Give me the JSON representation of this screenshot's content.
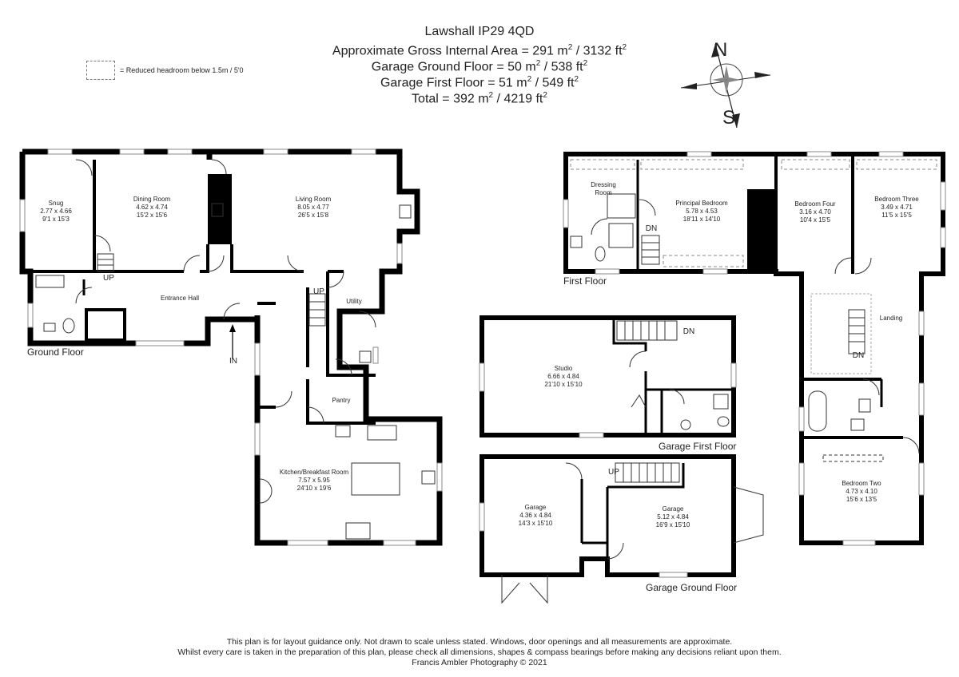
{
  "header": {
    "title": "Lawshall IP29 4QD",
    "gia": "Approximate Gross Internal Area = 291 m",
    "gia_imp": " / 3132 ft",
    "garage_ground": "Garage Ground Floor = 50 m",
    "garage_ground_imp": " / 538 ft",
    "garage_first": "Garage First Floor = 51 m",
    "garage_first_imp": " / 549 ft",
    "total": "Total = 392 m",
    "total_imp": " / 4219 ft",
    "sup": "2"
  },
  "legend": {
    "text": "= Reduced headroom below 1.5m / 5'0"
  },
  "compass": {
    "north": "N",
    "south": "S"
  },
  "floors": {
    "ground": "Ground Floor",
    "first": "First Floor",
    "garage_first": "Garage First Floor",
    "garage_ground": "Garage Ground Floor"
  },
  "markers": {
    "up": "UP",
    "dn": "DN",
    "in": "IN"
  },
  "rooms": {
    "snug": {
      "name": "Snug",
      "metric": "2.77 x 4.66",
      "imperial": "9'1 x 15'3"
    },
    "dining": {
      "name": "Dining Room",
      "metric": "4.62 x 4.74",
      "imperial": "15'2 x 15'6"
    },
    "living": {
      "name": "Living Room",
      "metric": "8.05 x 4.77",
      "imperial": "26'5 x 15'8"
    },
    "hall": {
      "name": "Entrance Hall"
    },
    "utility": {
      "name": "Utility"
    },
    "pantry": {
      "name": "Pantry"
    },
    "kitchen": {
      "name": "Kitchen/Breakfast Room",
      "metric": "7.57 x 5.95",
      "imperial": "24'10 x 19'6"
    },
    "dressing": {
      "name": "Dressing",
      "name2": "Room"
    },
    "principal": {
      "name": "Principal Bedroom",
      "metric": "5.78 x 4.53",
      "imperial": "18'11 x 14'10"
    },
    "bed4": {
      "name": "Bedroom Four",
      "metric": "3.16 x 4.70",
      "imperial": "10'4 x 15'5"
    },
    "bed3": {
      "name": "Bedroom Three",
      "metric": "3.49 x 4.71",
      "imperial": "11'5 x 15'5"
    },
    "landing": {
      "name": "Landing"
    },
    "bed2": {
      "name": "Bedroom Two",
      "metric": "4.73 x 4.10",
      "imperial": "15'6 x 13'5"
    },
    "studio": {
      "name": "Studio",
      "metric": "6.66 x 4.84",
      "imperial": "21'10 x 15'10"
    },
    "garage1": {
      "name": "Garage",
      "metric": "4.36 x 4.84",
      "imperial": "14'3 x 15'10"
    },
    "garage2": {
      "name": "Garage",
      "metric": "5.12 x 4.84",
      "imperial": "16'9 x 15'10"
    }
  },
  "footer": {
    "line1": "This plan is for layout guidance only. Not drawn to scale unless stated. Windows, door openings and all measurements are approximate.",
    "line2": "Whilst every care is taken in the preparation of this plan, please check all dimensions, shapes & compass bearings before making any decisions reliant upon them.",
    "line3": "Francis Ambler Photography © 2021"
  }
}
